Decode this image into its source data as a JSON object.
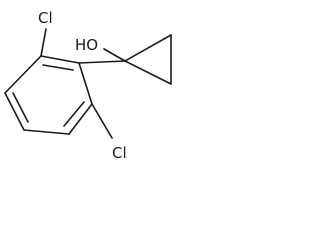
{
  "molecule": {
    "labels": {
      "chlorine_top": "Cl",
      "chlorine_bottom": "Cl",
      "hydroxyl": "HO"
    }
  }
}
